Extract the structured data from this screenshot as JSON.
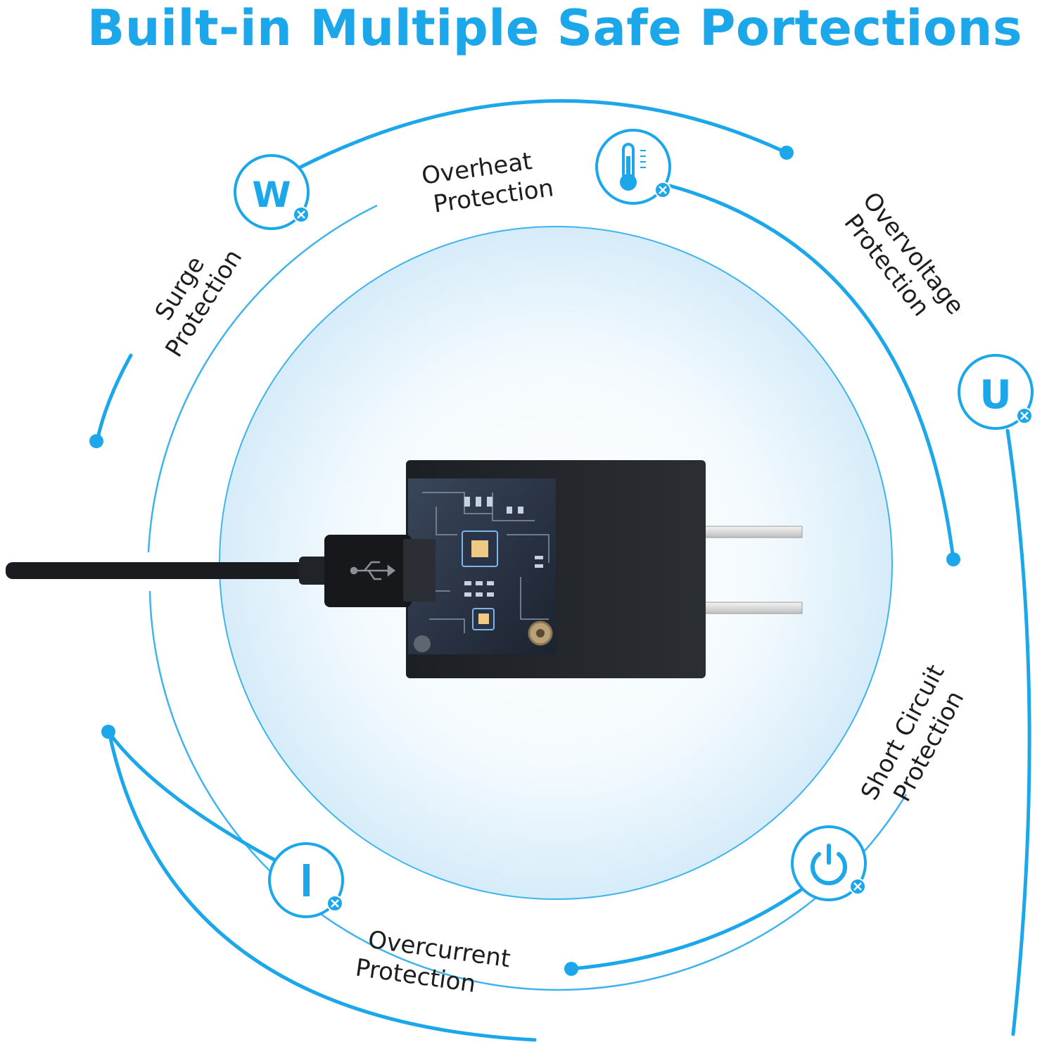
{
  "title": "Built-in Multiple Safe Portections",
  "accent_color": "#1ba7ea",
  "protections": [
    {
      "id": "surge",
      "line1": "Surge",
      "line2": "Protection",
      "icon": "letter-w-icon",
      "icon_text": "W"
    },
    {
      "id": "overheat",
      "line1": "Overheat",
      "line2": "Protection",
      "icon": "thermometer-icon"
    },
    {
      "id": "overvoltage",
      "line1": "Overvoltage",
      "line2": "Protection",
      "icon": "letter-u-icon",
      "icon_text": "U"
    },
    {
      "id": "short_circuit",
      "line1": "Short Circuit",
      "line2": "Protection",
      "icon": "power-icon"
    },
    {
      "id": "overcurrent",
      "line1": "Overcurrent",
      "line2": "Protection",
      "icon": "letter-i-icon",
      "icon_text": "I"
    }
  ]
}
